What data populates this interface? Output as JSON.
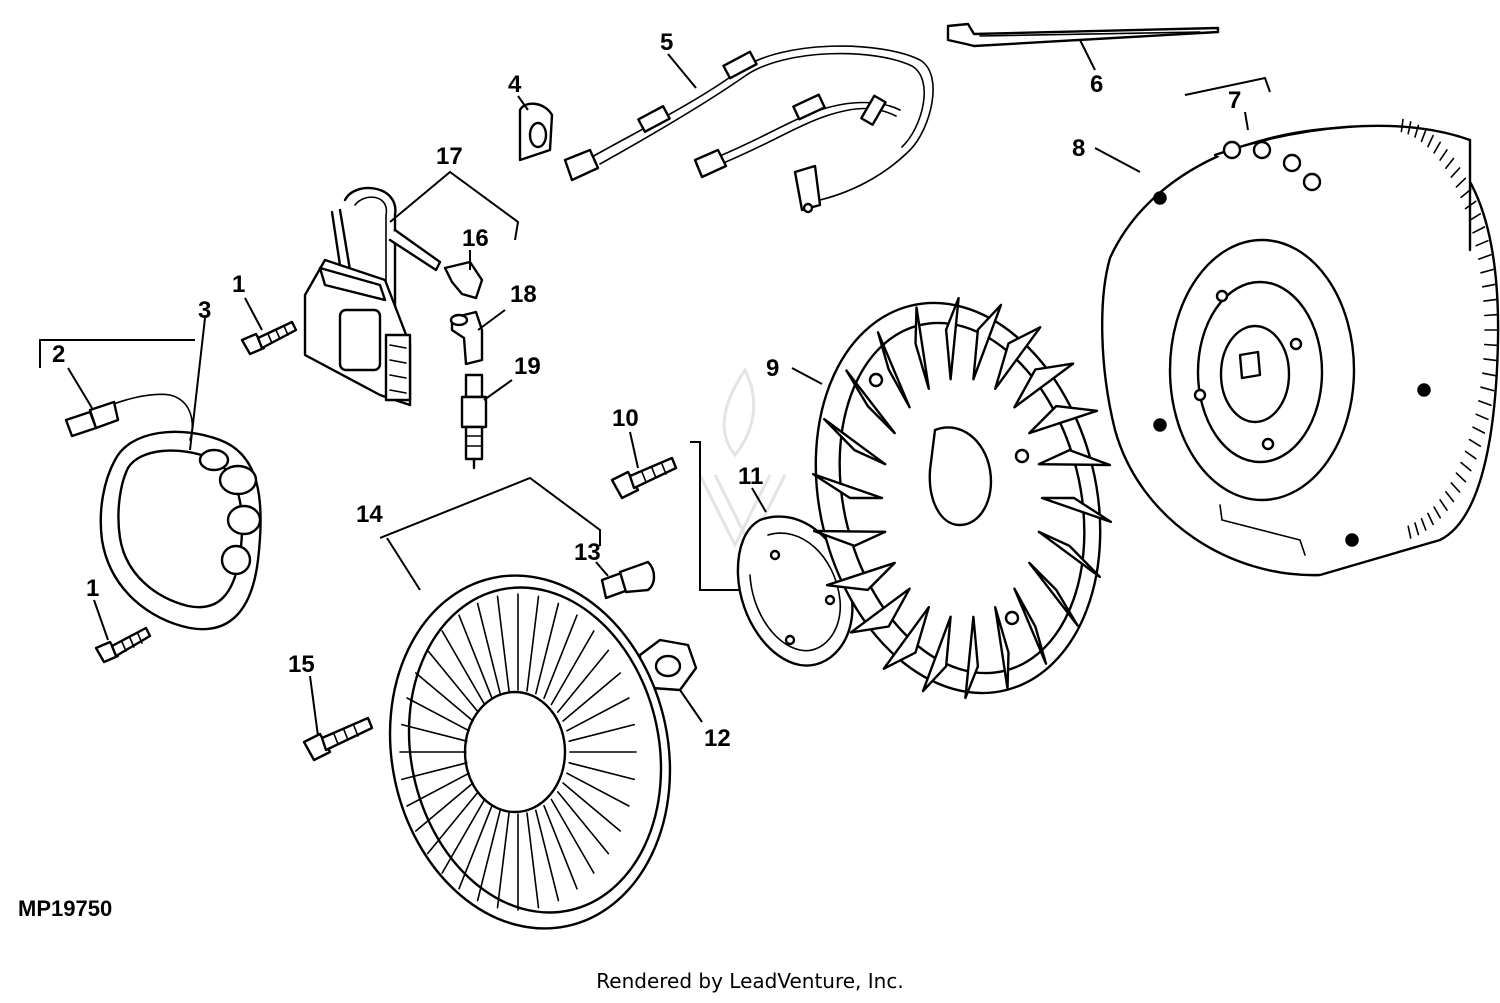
{
  "diagram": {
    "reference_code": "MP19750",
    "credit": "Rendered by LeadVenture, Inc.",
    "callouts": {
      "c1a": "1",
      "c1b": "1",
      "c2": "2",
      "c3": "3",
      "c4": "4",
      "c5": "5",
      "c6": "6",
      "c7": "7",
      "c8": "8",
      "c9": "9",
      "c10": "10",
      "c11": "11",
      "c12": "12",
      "c13": "13",
      "c14": "14",
      "c15": "15",
      "c16": "16",
      "c17": "17",
      "c18": "18",
      "c19": "19"
    }
  }
}
